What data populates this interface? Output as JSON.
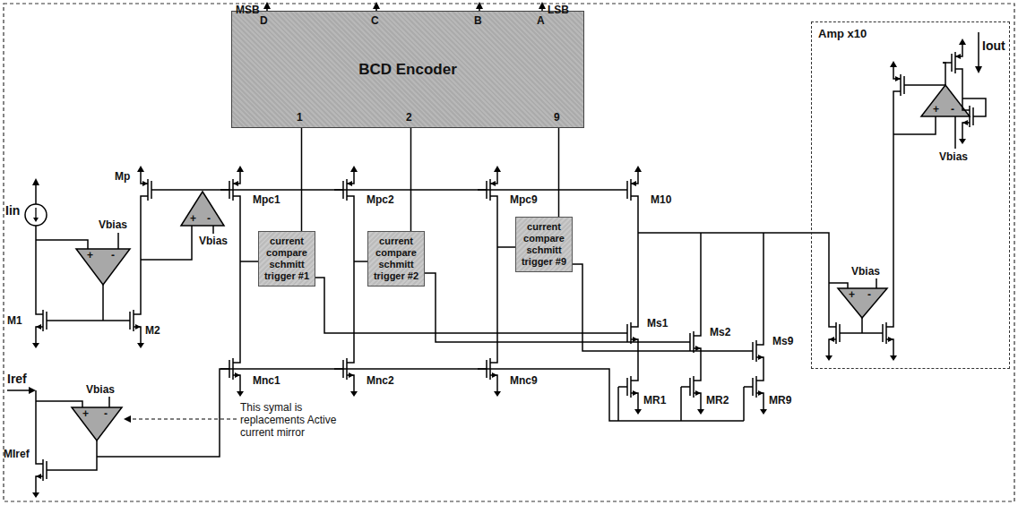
{
  "diagram": {
    "nodes": [
      {
        "text": [
          "BCD Encoder"
        ]
      },
      {
        "text": [
          "current compare schmitt trigger #1"
        ]
      },
      {
        "text": [
          "current compare schmitt trigger #2"
        ]
      },
      {
        "text": [
          "current compare schmitt trigger #9"
        ]
      },
      {
        "text": [
          "Amp x10"
        ]
      }
    ],
    "edges": [
      {
        "from": 1,
        "to": 0,
        "arrow": "none"
      },
      {
        "from": 2,
        "to": 0,
        "arrow": "none"
      },
      {
        "from": 3,
        "to": 0,
        "arrow": "none"
      }
    ],
    "labels": [
      "MSB",
      "D",
      "C",
      "B",
      "LSB",
      "A",
      "1",
      "2",
      "9",
      "Iin",
      "M1",
      "M2",
      "Mp",
      "Vbias",
      "+",
      "-",
      "Vbias",
      "+",
      "-",
      "Mpc1",
      "Mpc2",
      "Mpc9",
      "M10",
      "Mnc1",
      "Mnc2",
      "Mnc9",
      "Ms1",
      "Ms2",
      "Ms9",
      "MR1",
      "MR2",
      "MR9",
      "Iref",
      "Vbias",
      "+",
      "-",
      "MIref",
      "This symal is replacements Active current mirror",
      "Vbias",
      "+",
      "-",
      "Iout",
      "Vbias",
      "+",
      "-"
    ]
  }
}
